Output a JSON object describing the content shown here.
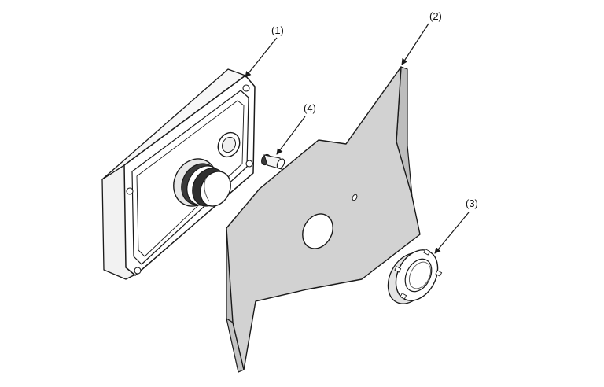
{
  "diagram": {
    "callouts": [
      {
        "id": "1",
        "label": "(1)",
        "part": "enclosure-box"
      },
      {
        "id": "2",
        "label": "(2)",
        "part": "mounting-plate"
      },
      {
        "id": "3",
        "label": "(3)",
        "part": "lock-nut"
      },
      {
        "id": "4",
        "label": "(4)",
        "part": "plug-fitting"
      }
    ],
    "colors": {
      "line": "#1a1a1a",
      "plate_fill": "#d2d2d2",
      "plate_edge": "#b8b8b8",
      "part_fill": "#ffffff",
      "part_shade": "#e6e6e6",
      "dark": "#2a2a2a"
    }
  }
}
